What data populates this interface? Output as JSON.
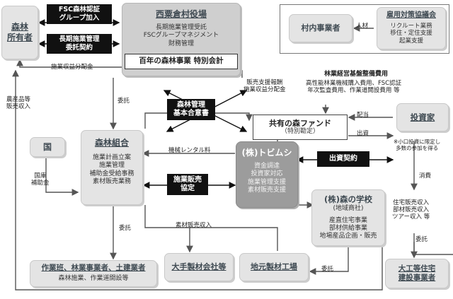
{
  "forest_owner": "森林\n所有者",
  "fsc_join": "FSC森林認証\nグループ加入",
  "long_term_contract": "長期施業管理\n委託契約",
  "village_office": {
    "title": "西粟倉村役場",
    "lines": "長期施業管理受託\nFSCグループマネジメント\n財務管理"
  },
  "century_special_account": "百年の森林事業 特別会計",
  "in_village_business": "村内事業者",
  "employment_council": {
    "title": "雇用対策協議会",
    "lines": "リクルート業務\n移住・定住支援\n起業支援"
  },
  "labels": {
    "jinzai": "人材",
    "forest_income_distribution": "施業収益分配金",
    "commission_1": "委託",
    "sales_support_and_income": "販売支援報酬\n施業収益分配金",
    "forestry_infra_title": "林業経営基盤整備費用",
    "forestry_infra_items": "高性能林業機械購入費用、FSC認証\n年次監査費用、作業道開設費用 等",
    "haito": "配当",
    "shusshi": "出資",
    "small_investment_note": "※小口投資に限定し\n多数の参加を得る",
    "agri_sales_income": "農産品等\n販売収入",
    "national_subsidy": "国庫\n補助金",
    "machine_rental_fee": "機械レンタル料",
    "shohi": "消費",
    "housing_sales_income": "住宅販売収入\n部材販売収入\nツアー収入 等",
    "commission_2": "委託",
    "timber_sales_income": "素材販売収入",
    "commission_3": "委託",
    "commission_4": "委託"
  },
  "basic_agreement": "森林管理\n基本合意書",
  "shared_fund": {
    "title": "共有の森ファンド",
    "sub": "（特別勘定）"
  },
  "investor": "投資家",
  "country": "国",
  "forest_union": {
    "title": "森林組合",
    "lines": "施業計画立案\n施業管理\n補助金受給事務\n素材販売業務"
  },
  "tobimushi": {
    "title": "(株)トビムシ",
    "lines": "資金調達\n投資家対応\n施業管理支援\n素材販売支援"
  },
  "sales_agreement": "施業販売\n協定",
  "investment_contract": "出資契約",
  "mori_gakko": {
    "title": "(株)森の学校",
    "sub": "(地域商社)",
    "lines": "産直住宅事業\n部材供給事業\n地場産品企画・販売"
  },
  "work_teams": {
    "title": "作業班、林業事業者、土建業者",
    "lines": "森林施業、作業道開設等"
  },
  "major_maker": "大手製材会社等",
  "local_sawmill": "地元製材工場",
  "carpenters": "大工等住宅\n建設事業者"
}
